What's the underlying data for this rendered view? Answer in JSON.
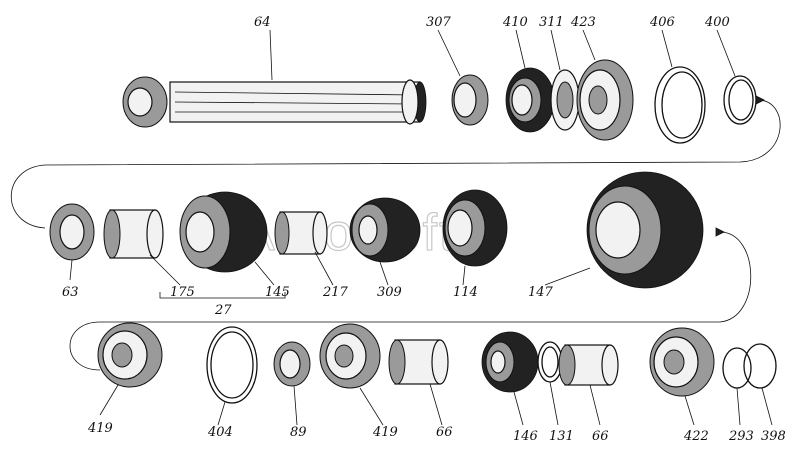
{
  "watermark": "AutoSoft",
  "labels": {
    "p64": "64",
    "p307": "307",
    "p410": "410",
    "p311": "311",
    "p423": "423",
    "p406": "406",
    "p400": "400",
    "p63": "63",
    "p175": "175",
    "p145": "145",
    "g27": "27",
    "p217": "217",
    "p309": "309",
    "p114": "114",
    "p147": "147",
    "p419a": "419",
    "p404": "404",
    "p89": "89",
    "p419b": "419",
    "p66a": "66",
    "p146": "146",
    "p131": "131",
    "p66b": "66",
    "p422": "422",
    "p293": "293",
    "p398": "398"
  }
}
